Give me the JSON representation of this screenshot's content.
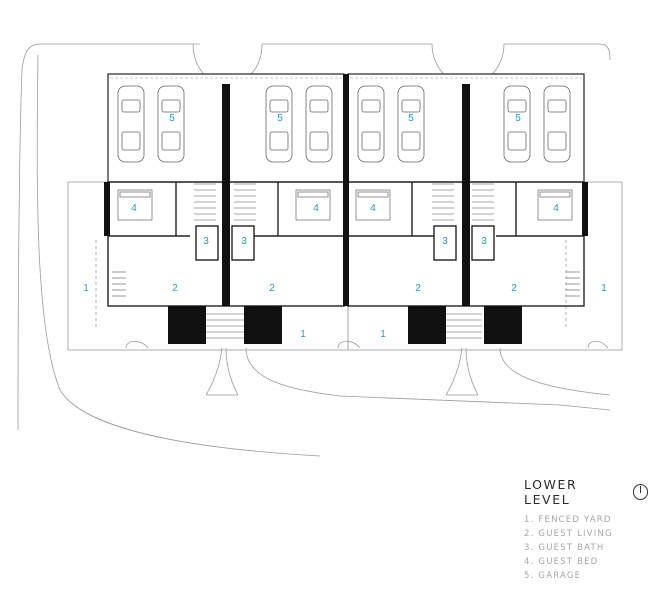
{
  "legend": {
    "title": "LOWER LEVEL",
    "north_icon": "north-arrow-icon",
    "items": [
      "1. FENCED YARD",
      "2. GUEST LIVING",
      "3. GUEST BATH",
      "4. GUEST BED",
      "5. GARAGE"
    ]
  },
  "plan": {
    "room_label_color": "#1a9bd7",
    "labels": {
      "garage": "5",
      "bed": "4",
      "bath": "3",
      "living": "2",
      "yard": "1"
    }
  }
}
